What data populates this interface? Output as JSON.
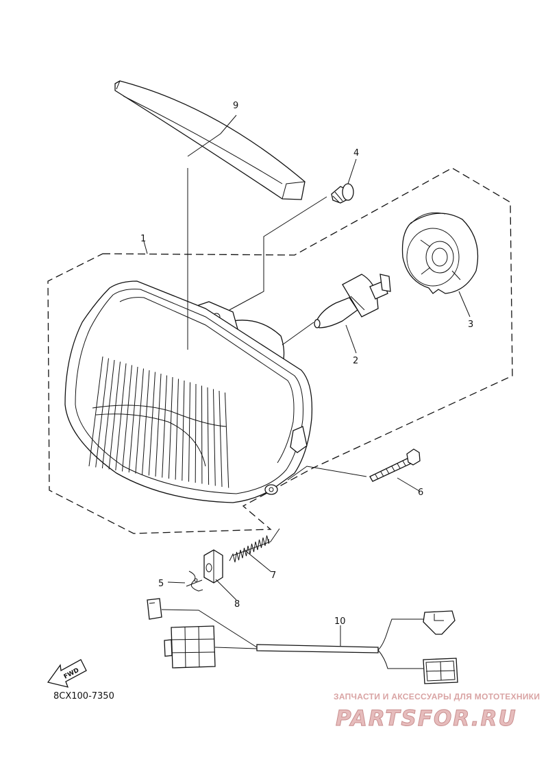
{
  "diagram": {
    "drawing_code": "8CX100-7350",
    "fwd_label": "FWD",
    "callouts": [
      {
        "id": "c1",
        "label": "1"
      },
      {
        "id": "c2",
        "label": "2"
      },
      {
        "id": "c3",
        "label": "3"
      },
      {
        "id": "c4",
        "label": "4"
      },
      {
        "id": "c5",
        "label": "5"
      },
      {
        "id": "c6",
        "label": "6"
      },
      {
        "id": "c7",
        "label": "7"
      },
      {
        "id": "c8",
        "label": "8"
      },
      {
        "id": "c9",
        "label": "9"
      },
      {
        "id": "c10",
        "label": "10"
      }
    ]
  },
  "watermark": {
    "tagline": "ЗАПЧАСТИ И АКСЕССУАРЫ ДЛЯ МОТОТЕХНИКИ",
    "logo_text": "PARTSFOR.RU",
    "color": "#d9a3a3"
  }
}
